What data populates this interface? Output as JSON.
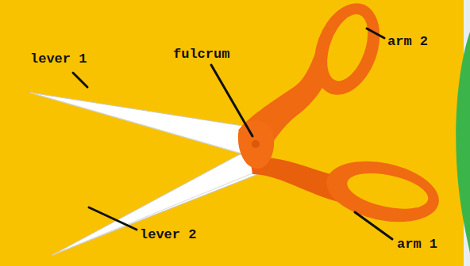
{
  "diagram": {
    "labels": [
      "lever 1",
      "fulcrum",
      "arm 2",
      "lever 2",
      "arm 1"
    ]
  }
}
